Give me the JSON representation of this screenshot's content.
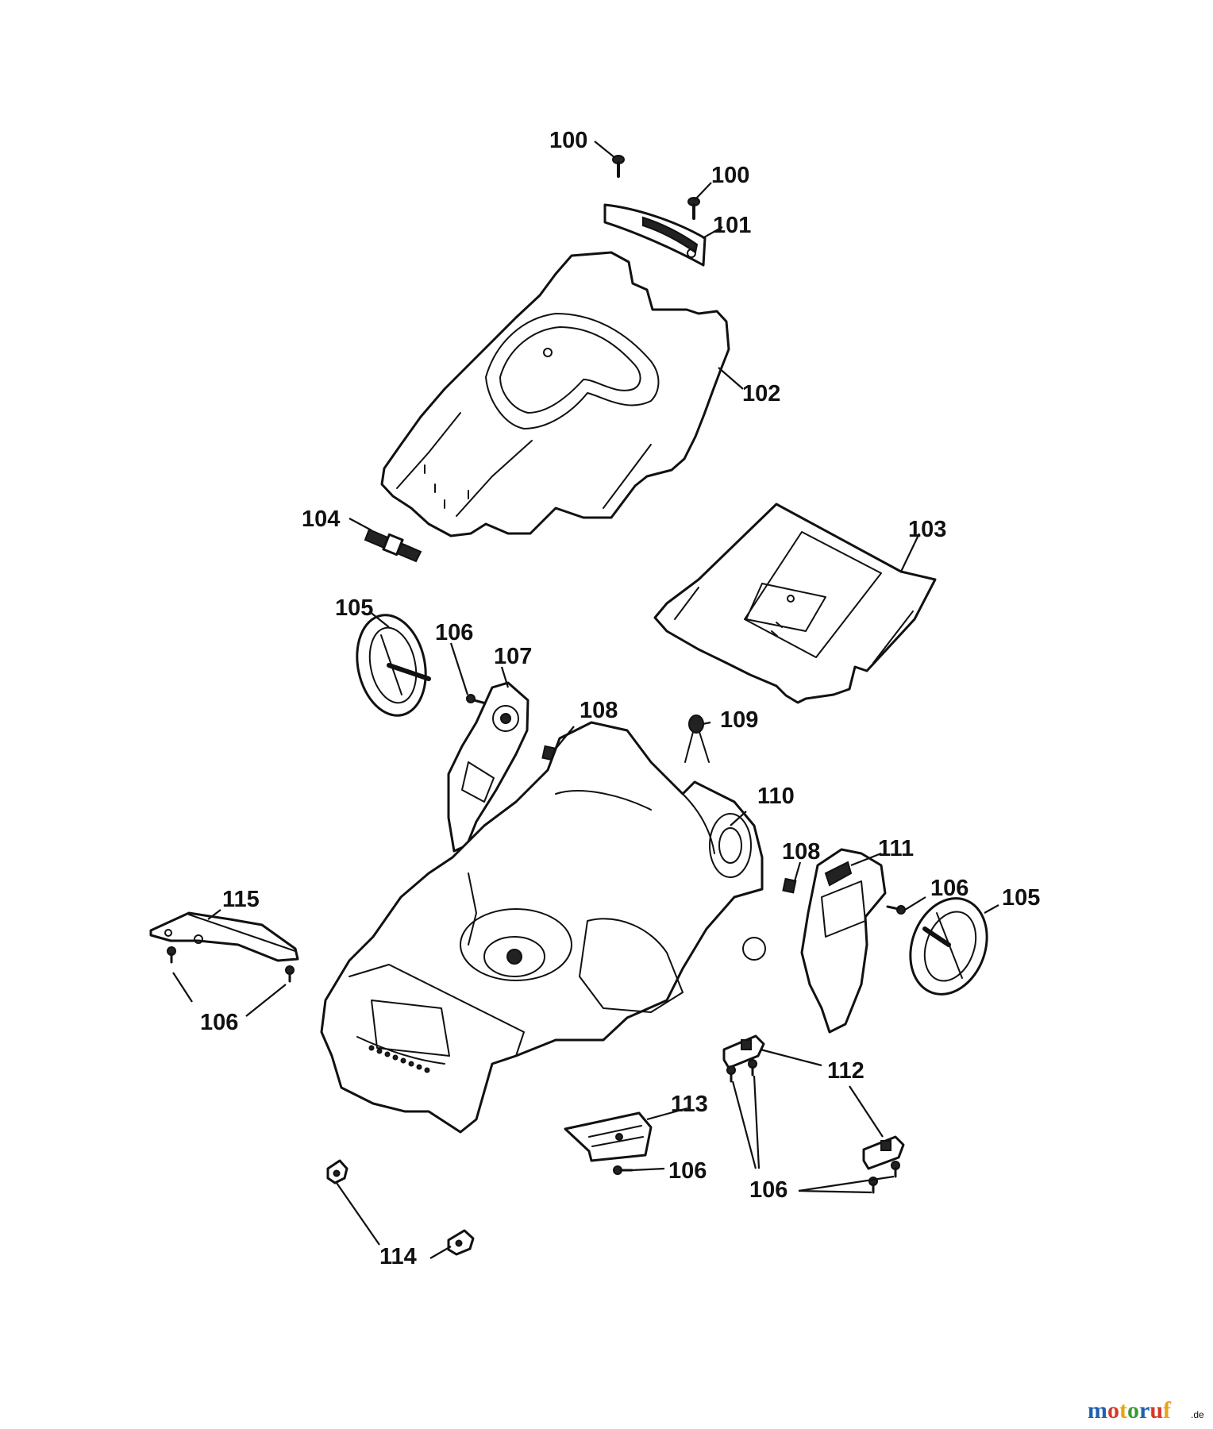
{
  "callouts": [
    {
      "id": "c100a",
      "label": "100"
    },
    {
      "id": "c100b",
      "label": "100"
    },
    {
      "id": "c101",
      "label": "101"
    },
    {
      "id": "c102",
      "label": "102"
    },
    {
      "id": "c103",
      "label": "103"
    },
    {
      "id": "c104",
      "label": "104"
    },
    {
      "id": "c105a",
      "label": "105"
    },
    {
      "id": "c106a",
      "label": "106"
    },
    {
      "id": "c107",
      "label": "107"
    },
    {
      "id": "c108a",
      "label": "108"
    },
    {
      "id": "c109",
      "label": "109"
    },
    {
      "id": "c110",
      "label": "110"
    },
    {
      "id": "c108b",
      "label": "108"
    },
    {
      "id": "c111",
      "label": "111"
    },
    {
      "id": "c106b",
      "label": "106"
    },
    {
      "id": "c105b",
      "label": "105"
    },
    {
      "id": "c115",
      "label": "115"
    },
    {
      "id": "c106c",
      "label": "106"
    },
    {
      "id": "c112",
      "label": "112"
    },
    {
      "id": "c113",
      "label": "113"
    },
    {
      "id": "c106d",
      "label": "106"
    },
    {
      "id": "c106e",
      "label": "106"
    },
    {
      "id": "c114",
      "label": "114"
    }
  ],
  "watermark": {
    "letters": [
      "m",
      "o",
      "t",
      "o",
      "r",
      "u",
      "f"
    ],
    "colors": [
      "#1f5fb0",
      "#d23a2a",
      "#e8a317",
      "#3a9a3a",
      "#1f5fb0",
      "#d23a2a",
      "#e8a317"
    ],
    "suffix": ".de"
  }
}
